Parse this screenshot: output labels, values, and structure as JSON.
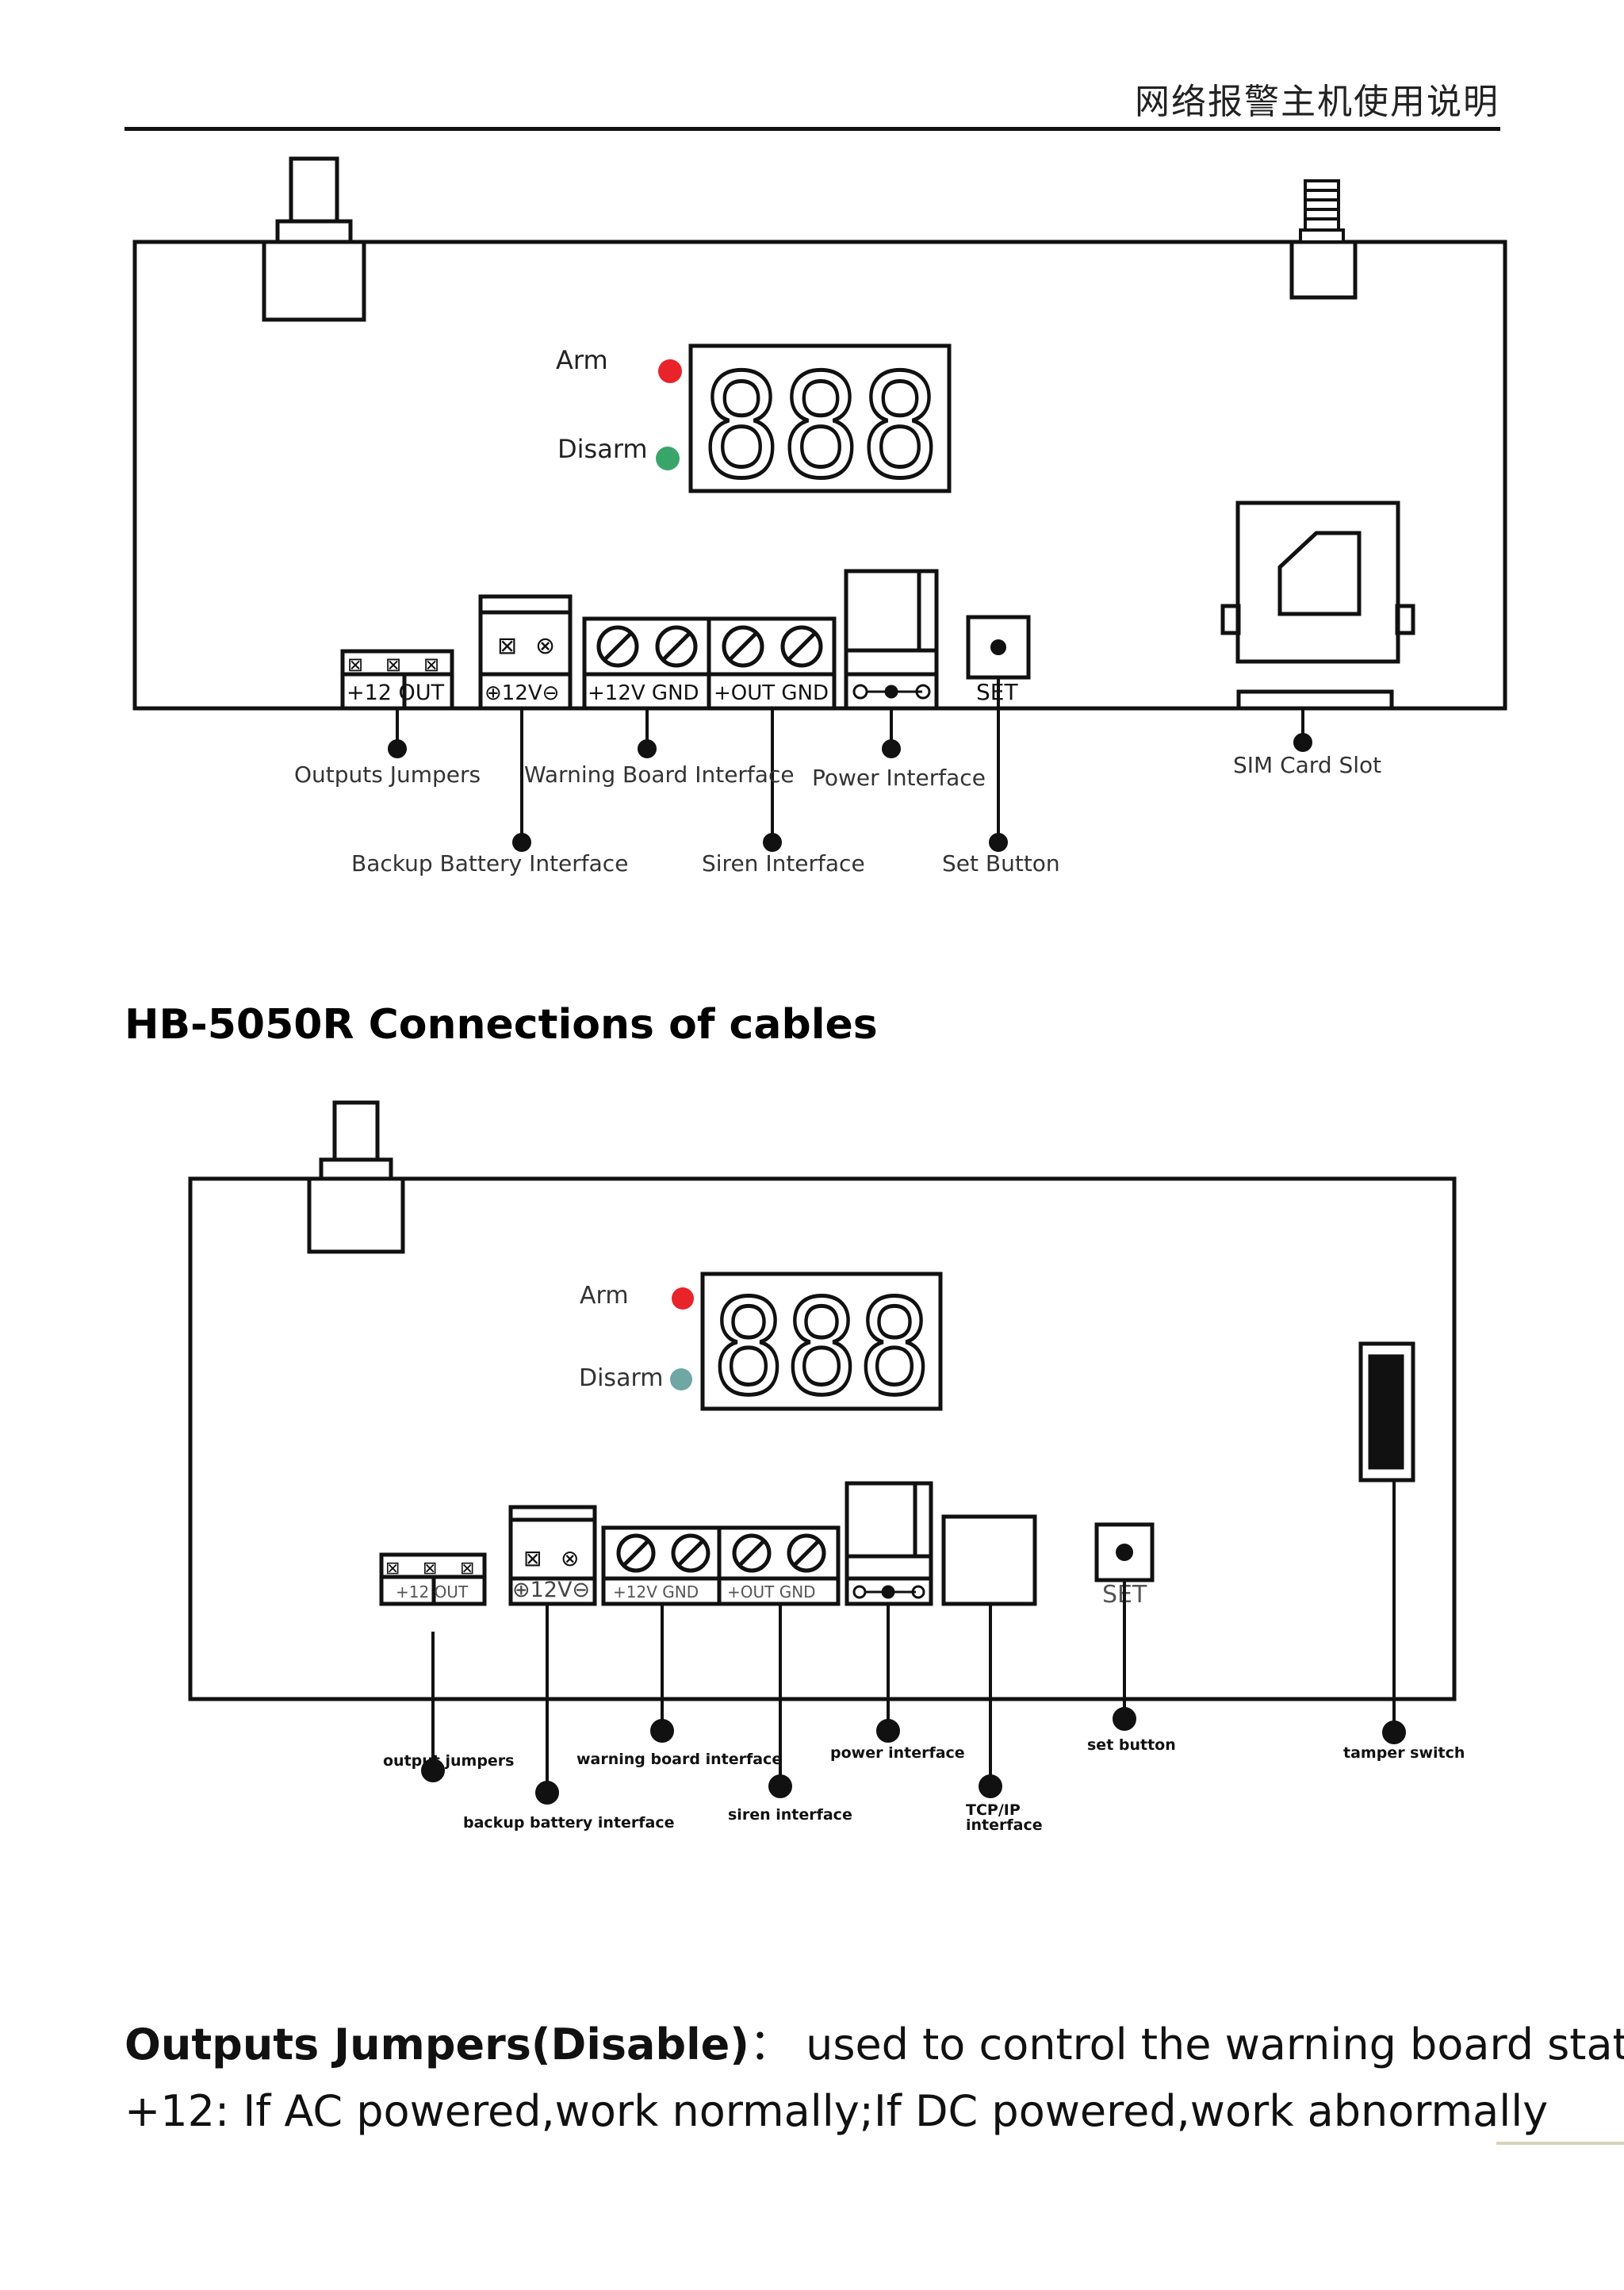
{
  "header": {
    "title": "网络报警主机使用说明"
  },
  "diagram1": {
    "arm_label": "Arm",
    "disarm_label": "Disarm",
    "display_digits": "888",
    "terminal_labels": {
      "out_jumpers": "+12  OUT",
      "battery": "⊕12V⊖",
      "warning": "+12V  GND",
      "siren": "+OUT  GND",
      "set": "SET"
    },
    "callouts": {
      "outputs_jumpers": "Outputs Jumpers",
      "warning_board": "Warning Board Interface",
      "power_interface": "Power Interface",
      "sim_card_slot": "SIM Card Slot",
      "backup_battery": "Backup Battery Interface",
      "siren_interface": "Siren Interface",
      "set_button": "Set  Button"
    },
    "colors": {
      "arm": "#e8232a",
      "disarm": "#3aa56b"
    }
  },
  "section_title": "HB-5050R Connections of cables",
  "diagram2": {
    "arm_label": "Arm",
    "disarm_label": "Disarm",
    "display_digits": "888",
    "terminal_labels": {
      "out_jumpers": "+12  OUT",
      "battery": "⊕12V⊖",
      "warning": "+12V  GND",
      "siren": "+OUT  GND",
      "set": "SET"
    },
    "callouts": {
      "output_jumpers": "output jumpers",
      "warning_board": "warning board interface",
      "power_interface": "power interface",
      "set_button": "set button",
      "tamper_switch": "tamper switch",
      "backup_battery": "backup battery interface",
      "siren_interface": "siren interface",
      "tcpip_line1": "TCP/IP",
      "tcpip_line2": "interface"
    },
    "colors": {
      "arm": "#e8232a",
      "disarm": "#6fa7a4"
    }
  },
  "paragraphs": {
    "p1_bold": "Outputs Jumpers(Disable)",
    "p1_sep": "：",
    "p1_rest": " used to control the warning board status",
    "p2": "+12: If AC powered,work normally;If DC powered,work abnormally"
  }
}
